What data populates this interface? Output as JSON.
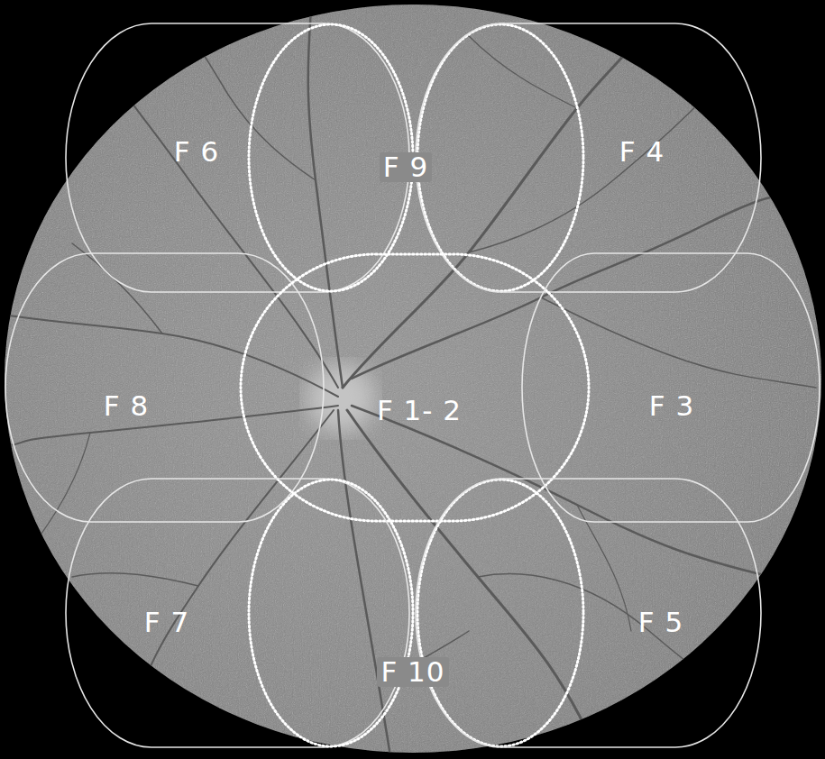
{
  "diagram": {
    "nodes": [
      {
        "text": [
          "F 6"
        ]
      },
      {
        "text": [
          "F 9"
        ]
      },
      {
        "text": [
          "F 4"
        ]
      },
      {
        "text": [
          "F 8"
        ]
      },
      {
        "text": [
          "F 1- 2"
        ]
      },
      {
        "text": [
          "F 3"
        ]
      },
      {
        "text": [
          "F 7"
        ]
      },
      {
        "text": [
          "F 10"
        ]
      },
      {
        "text": [
          "F 5"
        ]
      }
    ]
  }
}
